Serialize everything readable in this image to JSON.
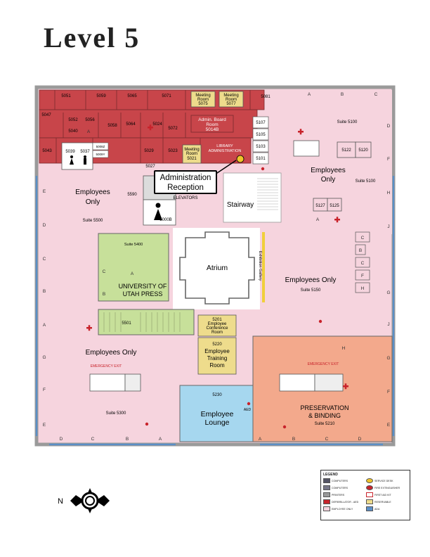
{
  "title": "Level 5",
  "colors": {
    "admin": "#c8454a",
    "employees": "#f6d4de",
    "press": "#c7e09a",
    "meeting": "#eedc8c",
    "lounge": "#a6d7ef",
    "preservation": "#f3a98c",
    "walls": "#9a9a9a",
    "atrium": "#ffffff"
  },
  "callout": {
    "line1": "Administration",
    "line2": "Reception"
  },
  "areas": {
    "employees_nw": {
      "label1": "Employees",
      "label2": "Only",
      "suite": "Suite 5500"
    },
    "employees_ne": {
      "label1": "Employees",
      "label2": "Only",
      "suite_top": "Suite 5100",
      "suite": "Suite 5100"
    },
    "employees_e": {
      "label1": "Employees Only",
      "suite": "Suite 5150"
    },
    "employees_sw": {
      "label1": "Employees Only",
      "suite": "Suite 5300",
      "exit": "EMERGENCY EXIT"
    },
    "press": {
      "suite": "Suite 5400",
      "label1": "UNIVERSITY OF",
      "label2": "UTAH PRESS",
      "room": "5501"
    },
    "atrium": "Atrium",
    "stairway": "Stairway",
    "gallery": "Exhibition Gallery",
    "elevators": "ELEVATORS",
    "conference": {
      "num": "5201",
      "label1": "Employee",
      "label2": "Conference",
      "label3": "Room"
    },
    "training": {
      "num": "5220",
      "label1": "Employee",
      "label2": "Training",
      "label3": "Room"
    },
    "lounge": {
      "num": "5230",
      "label1": "Employee",
      "label2": "Lounge",
      "aed": "AED"
    },
    "preservation": {
      "label1": "PRESERVATION",
      "label2": "& BINDING",
      "suite": "Suite 5210",
      "exit": "EMERGENCY EXIT"
    },
    "library_admin": {
      "label1": "LIBRARY",
      "label2": "ADMINISTRATION"
    },
    "board_room": {
      "label1": "Admin. Board",
      "label2": "Room",
      "num": "5014B"
    },
    "meeting_5075": {
      "label1": "Meeting",
      "label2": "Room",
      "num": "5075"
    },
    "meeting_5077": {
      "label1": "Meeting",
      "label2": "Room",
      "num": "5077"
    },
    "meeting_5021": {
      "label1": "Meeting",
      "label2": "Room",
      "num": "5021"
    }
  },
  "rooms": {
    "r5051": "5051",
    "r5059": "5059",
    "r5065": "5065",
    "r5071": "5071",
    "r5081": "5081",
    "r5047": "5047",
    "r5052": "5052",
    "r5056": "5056",
    "r5058": "5058",
    "r5064": "5064",
    "r5024": "5024",
    "r5072": "5072",
    "r5040": "5040",
    "r5043": "5043",
    "r5039": "5039",
    "r5037": "5037",
    "r5008z": "5008Z",
    "r5009y": "5009Y",
    "r5029": "5029",
    "r5023": "5023",
    "r5027": "5027",
    "r5107": "5107",
    "r5105": "5105",
    "r5103": "5103",
    "r5101": "5101",
    "r5590": "5590",
    "r5000b": "5000B",
    "r5122": "5122",
    "r5120": "5120",
    "r5127": "5127",
    "r5125": "5125"
  },
  "letters": [
    "A",
    "B",
    "C",
    "D",
    "E",
    "F",
    "G",
    "H",
    "J"
  ],
  "legend": {
    "title": "LEGEND",
    "items": [
      "COMPUTERS",
      "SERVICE DESK",
      "COMPUTERS",
      "FIRE EXTINGUISHER",
      "PRINTERS",
      "FIRST AID KIT",
      "DEFIBRILLATOR - AED",
      "RESERVABLE",
      "EMPLOYEE ONLY",
      "ADA"
    ]
  },
  "compass": {
    "north": "N"
  }
}
